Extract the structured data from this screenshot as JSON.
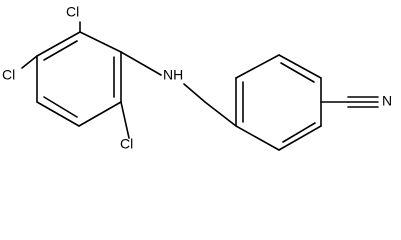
{
  "molecule": {
    "atoms": {
      "cl_top": "Cl",
      "cl_left": "Cl",
      "cl_bottom": "Cl",
      "amine": "NH",
      "nitrile_n": "N"
    }
  }
}
